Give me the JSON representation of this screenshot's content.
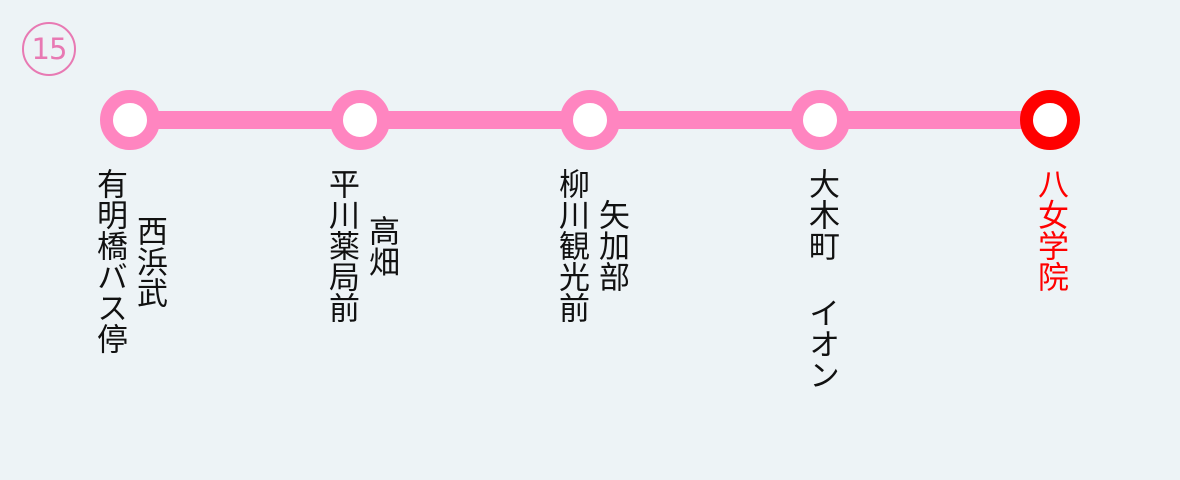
{
  "route": {
    "number": "15",
    "color": "#ff85c0",
    "badge_color": "#e879b3",
    "terminal_color": "#ff0000"
  },
  "stops": [
    {
      "name_lines": [
        "西浜武",
        "有明橋バス停"
      ],
      "terminal": false
    },
    {
      "name_lines": [
        "高畑",
        "平川薬局前"
      ],
      "terminal": false
    },
    {
      "name_lines": [
        "矢加部",
        "柳川観光前"
      ],
      "terminal": false
    },
    {
      "name_lines": [
        "大木町 イオン"
      ],
      "terminal": false
    },
    {
      "name_lines": [
        "八女学院"
      ],
      "terminal": true
    }
  ]
}
